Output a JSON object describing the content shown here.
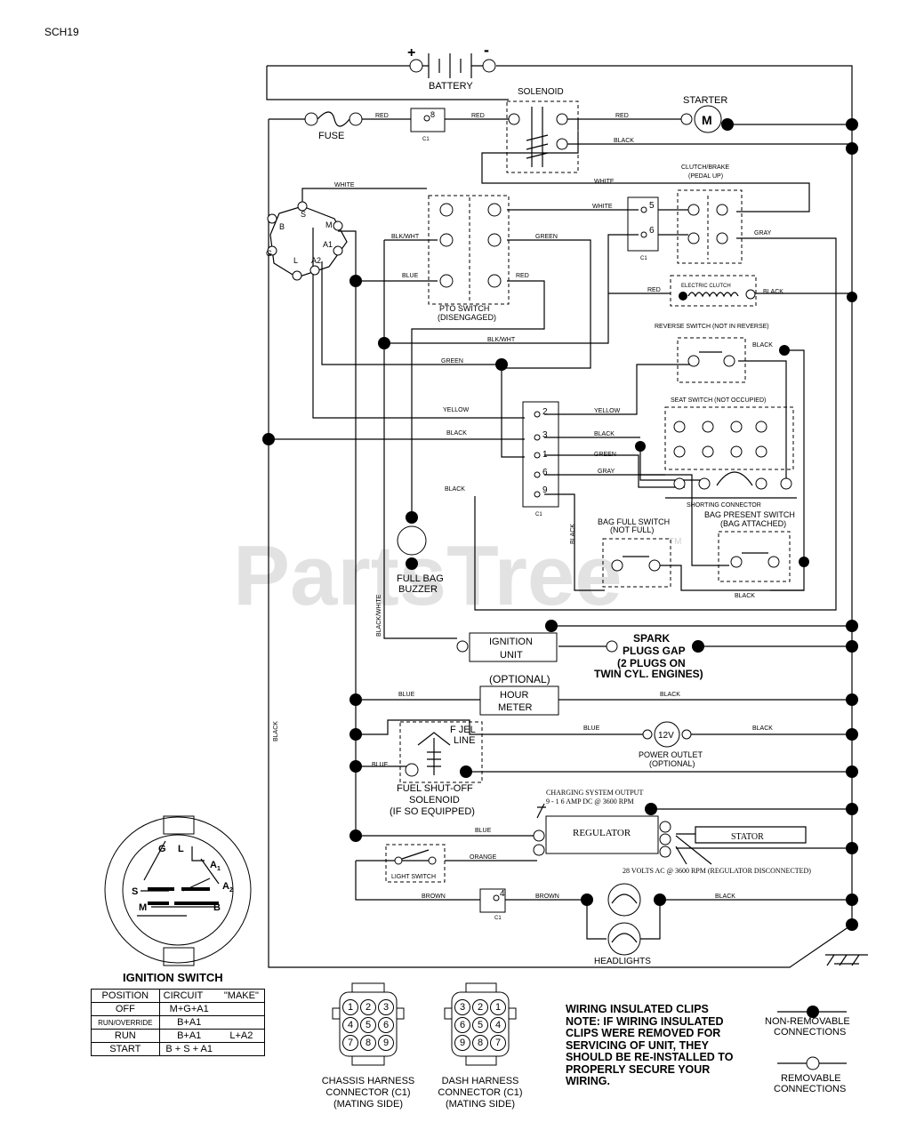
{
  "page_code": "SCH19",
  "watermark": "PartsTree",
  "watermark_tm": "TM",
  "components": {
    "battery": "BATTERY",
    "battery_plus": "+",
    "battery_minus": "-",
    "solenoid": "SOLENOID",
    "starter": "STARTER",
    "starter_symbol": "M",
    "fuse": "FUSE",
    "clutch_brake_1": "CLUTCH/BRAKE",
    "clutch_brake_2": "(PEDAL UP)",
    "electric_clutch": "ELECTRIC CLUTCH",
    "pto_1": "PTO SWITCH",
    "pto_2": "(DISENGAGED)",
    "reverse_switch": "REVERSE SWITCH (NOT IN REVERSE)",
    "seat_switch": "SEAT SWITCH (NOT OCCUPIED)",
    "shorting_connector": "SHORTING CONNECTOR",
    "bag_full_1": "BAG FULL SWITCH",
    "bag_full_2": "(NOT FULL)",
    "bag_present_1": "BAG PRESENT SWITCH",
    "bag_present_2": "(BAG ATTACHED)",
    "buzzer_1": "FULL BAG",
    "buzzer_2": "BUZZER",
    "ignition_unit_1": "IGNITION",
    "ignition_unit_2": "UNIT",
    "spark_1": "SPARK",
    "spark_2": "PLUGS GAP",
    "spark_3": "(2 PLUGS ON",
    "spark_4": "TWIN CYL. ENGINES)",
    "optional": "(OPTIONAL)",
    "hour_1": "HOUR",
    "hour_2": "METER",
    "fuel_line_1": "F JEL",
    "fuel_line_2": "LINE",
    "power_12v": "12V",
    "power_1": "POWER OUTLET",
    "power_2": "(OPTIONAL)",
    "fso_1": "FUEL SHUT-OFF",
    "fso_2": "SOLENOID",
    "fso_3": "(IF SO EQUIPPED)",
    "charging_1": "CHARGING SYSTEM OUTPUT",
    "charging_2": "9 - 1 6 AMP DC @ 3600 RPM",
    "regulator": "REGULATOR",
    "stator": "STATOR",
    "stator_note": "28 VOLTS AC @ 3600 RPM (REGULATOR DISCONNECTED)",
    "light_switch": "LIGHT SWITCH",
    "headlights": "HEADLIGHTS",
    "c1": "C1"
  },
  "pins": {
    "p8": "8",
    "p5": "5",
    "p6": "6",
    "p2": "2",
    "p3": "3",
    "p1": "1",
    "p6b": "6",
    "p9": "9",
    "p4": "4",
    "ign_s": "S",
    "ign_b": "B",
    "ign_g": "G",
    "ign_l": "L",
    "ign_m": "M",
    "ign_a1": "A1",
    "ign_a2": "A2"
  },
  "wires": {
    "red": "RED",
    "black": "BLACK",
    "white": "WHITE",
    "gray": "GRAY",
    "green": "GREEN",
    "blue": "BLUE",
    "yellow": "YELLOW",
    "blkwht": "BLK/WHT",
    "blkwht2": "BLK/WHT",
    "orange": "ORANGE",
    "brown": "BROWN",
    "black_white": "BLACK/WHITE"
  },
  "ignition_switch": {
    "title": "IGNITION SWITCH",
    "face": {
      "g": "G",
      "l": "L",
      "a1": "A",
      "a1s": "1",
      "a2": "A",
      "a2s": "2",
      "s": "S",
      "m": "M",
      "b": "B"
    },
    "headers": [
      "POSITION",
      "CIRCUIT",
      "\"MAKE\""
    ],
    "rows": [
      {
        "position": "OFF",
        "circuit": "M+G+A1",
        "make": ""
      },
      {
        "position": "RUN/OVERRIDE",
        "circuit": "B+A1",
        "make": ""
      },
      {
        "position": "RUN",
        "circuit": "B+A1",
        "make": "L+A2"
      },
      {
        "position": "START",
        "circuit": "B + S + A1",
        "make": ""
      }
    ]
  },
  "connectors": {
    "chassis": {
      "line1": "CHASSIS HARNESS",
      "line2": "CONNECTOR (C1)",
      "line3": "(MATING SIDE)",
      "pins": [
        "1",
        "2",
        "3",
        "4",
        "5",
        "6",
        "7",
        "8",
        "9"
      ]
    },
    "dash": {
      "line1": "DASH HARNESS",
      "line2": "CONNECTOR (C1)",
      "line3": "(MATING SIDE)",
      "pins": [
        "3",
        "2",
        "1",
        "6",
        "5",
        "4",
        "9",
        "8",
        "7"
      ]
    }
  },
  "notes": {
    "clips": [
      "WIRING INSULATED CLIPS",
      "NOTE: IF WIRING INSULATED",
      "CLIPS WERE REMOVED FOR",
      "SERVICING OF UNIT, THEY",
      "SHOULD BE RE-INSTALLED TO",
      "PROPERLY SECURE YOUR",
      "WIRING."
    ],
    "legend_nr_1": "NON-REMOVABLE",
    "legend_nr_2": "CONNECTIONS",
    "legend_r_1": "REMOVABLE",
    "legend_r_2": "CONNECTIONS"
  }
}
